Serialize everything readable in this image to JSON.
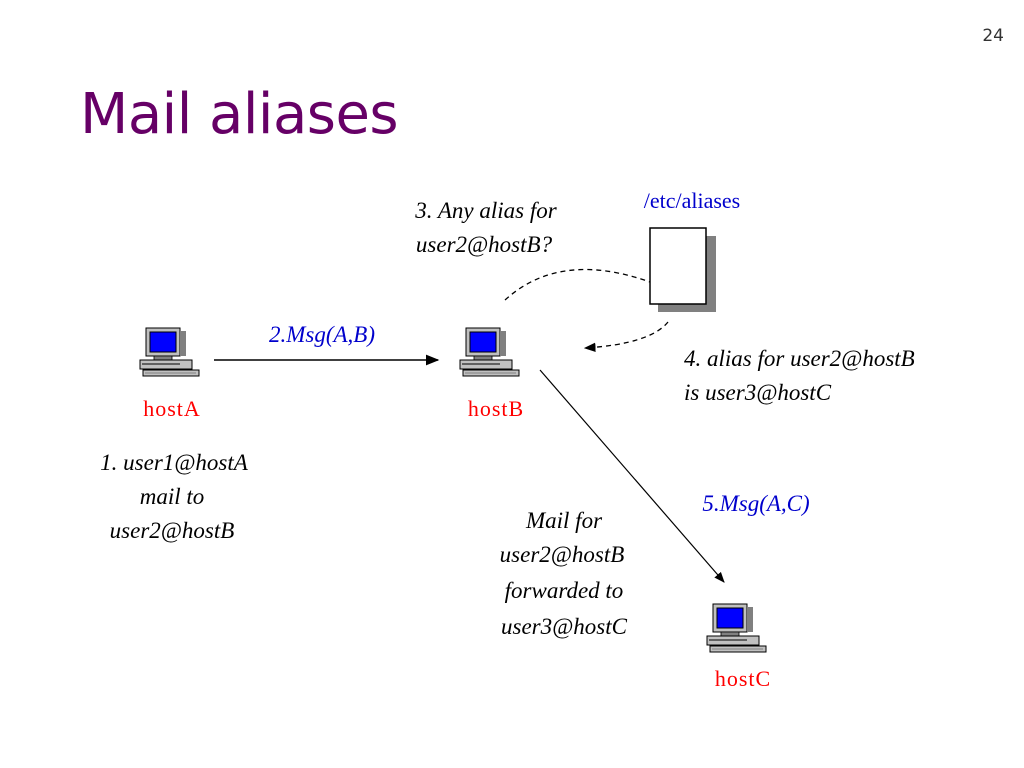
{
  "slide": {
    "number": "24",
    "title": "Mail aliases"
  },
  "colors": {
    "title": "#660066",
    "host_label": "#ff0000",
    "message_label": "#0000cc",
    "note_text": "#000000",
    "monitor_screen": "#0000ff"
  },
  "diagram": {
    "hosts": {
      "a": "hostA",
      "b": "hostB",
      "c": "hostC"
    },
    "alias_file": "/etc/aliases",
    "messages": {
      "a_to_b": "2.Msg(A,B)",
      "b_to_c": "5.Msg(A,C)"
    },
    "step1": [
      "1. user1@hostA",
      "mail to",
      "user2@hostB"
    ],
    "step3": [
      "3. Any alias for",
      "user2@hostB?"
    ],
    "step4": [
      "4. alias for user2@hostB",
      "is user3@hostC"
    ],
    "forward_note": [
      "Mail for",
      "user2@hostB",
      "forwarded to",
      "user3@hostC"
    ]
  }
}
